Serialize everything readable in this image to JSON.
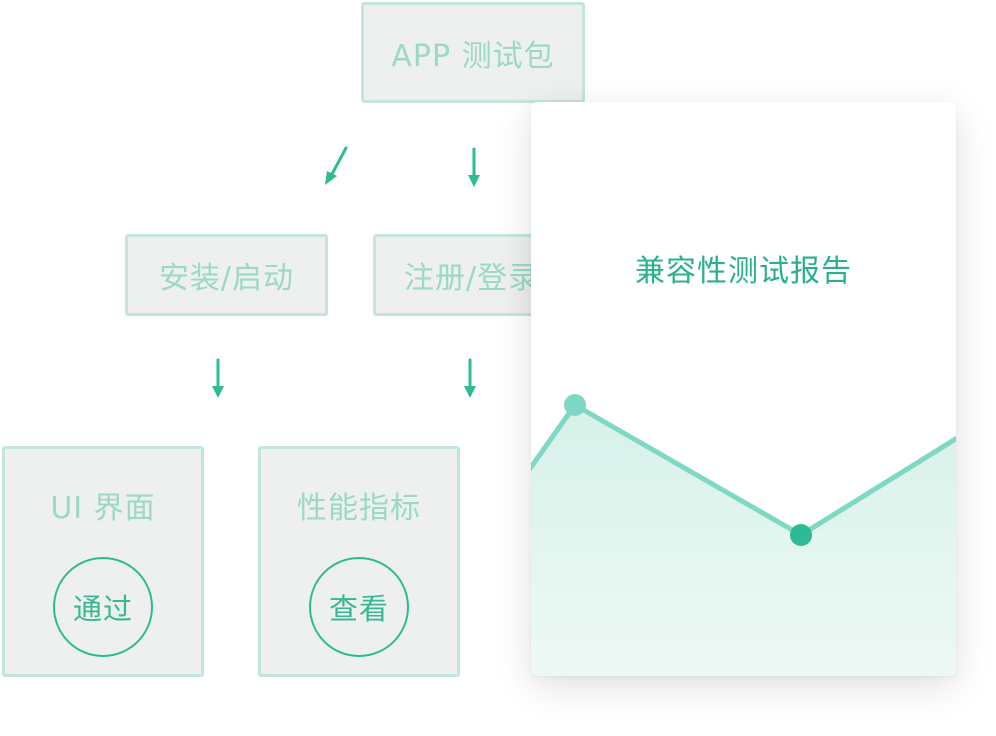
{
  "flow": {
    "app_package": "APP 测试包",
    "install_launch": "安装/启动",
    "register_login": "注册/登录",
    "ui_interface": "UI 界面",
    "ui_result": "通过",
    "performance": "性能指标",
    "performance_action": "查看"
  },
  "report": {
    "title": "兼容性测试报告"
  },
  "colors": {
    "accent": "#2ebb94",
    "box_border": "#c3e6dc",
    "box_fill": "#edf0ef",
    "box_text": "#9bd8c7",
    "line": "#7fd8c3",
    "area_top": "#d6f1e9",
    "area_bottom": "#eef9f5",
    "dot_light": "#7fd8c3",
    "dot_dark": "#2ebb94"
  },
  "chart_data": {
    "type": "area",
    "x": [
      0,
      1,
      2,
      3
    ],
    "values": [
      2,
      4,
      0,
      3
    ],
    "markers": [
      1,
      2
    ]
  }
}
